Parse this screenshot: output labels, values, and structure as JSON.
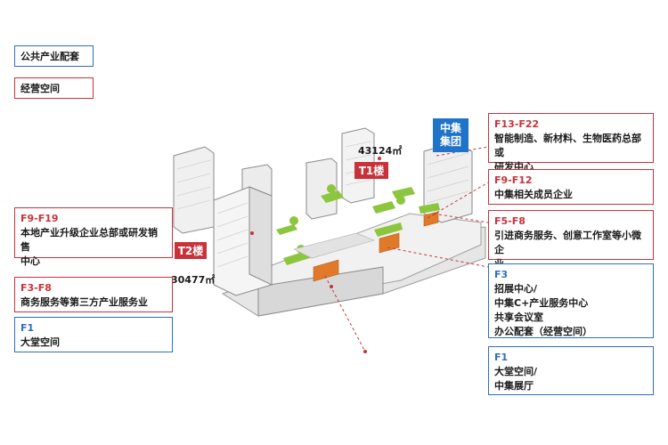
{
  "legend": {
    "public": "公共产业配套",
    "business": "经营空间"
  },
  "labels": {
    "t1": "T1楼",
    "t2": "T2楼",
    "t1_area": "43124㎡",
    "t2_area": "30477㎡",
    "group": [
      "中集",
      "集团"
    ]
  },
  "left_boxes": [
    {
      "floor": "F9-F19",
      "lines": [
        "本地产业升级企业总部或研发销售",
        "中心"
      ]
    },
    {
      "floor": "F3-F8",
      "lines": [
        "商务服务等第三方产业服务业"
      ]
    },
    {
      "floor": "F1",
      "lines": [
        "大堂空间"
      ]
    }
  ],
  "right_boxes": [
    {
      "floor": "F13-F22",
      "lines": [
        "智能制造、新材料、生物医药总部或",
        "研发中心"
      ]
    },
    {
      "floor": "F9-F12",
      "lines": [
        "中集相关成员企业"
      ]
    },
    {
      "floor": "F5-F8",
      "lines": [
        "引进商务服务、创意工作室等小微企",
        "业"
      ]
    },
    {
      "floor": "F3",
      "lines": [
        "招展中心/",
        "中集C+产业服务中心",
        "共享会议室",
        "办公配套（经营空间）"
      ]
    },
    {
      "floor": "F1",
      "lines": [
        "大堂空间/",
        "中集展厅"
      ]
    }
  ],
  "colors": {
    "red": "#c8323a",
    "blue": "#2f6ec4",
    "green": "#8cc63f",
    "orange": "#e07a2a"
  }
}
